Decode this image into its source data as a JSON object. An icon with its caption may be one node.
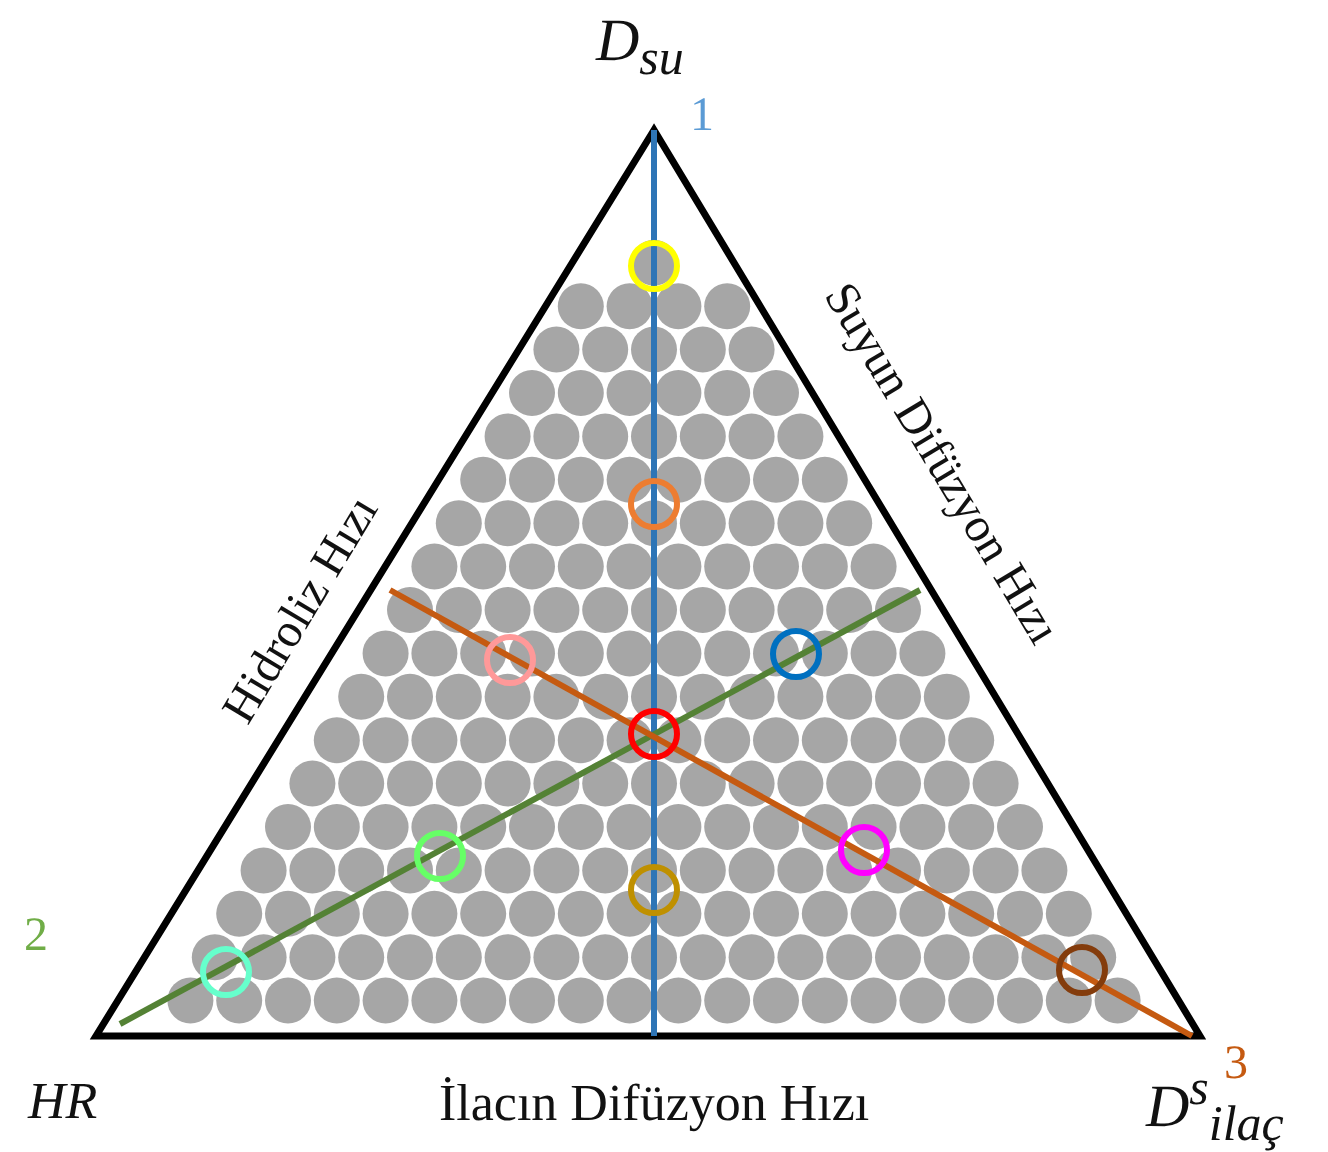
{
  "diagram": {
    "labels": [
      "D$_{su}$",
      "1",
      "Suyun Difüzyon Hızı",
      "Hidroliz Hızı",
      "2",
      "3",
      "HR",
      "İlacın Difüzyon Hızı",
      "D$^{s}$$_{ilaç}$"
    ]
  }
}
